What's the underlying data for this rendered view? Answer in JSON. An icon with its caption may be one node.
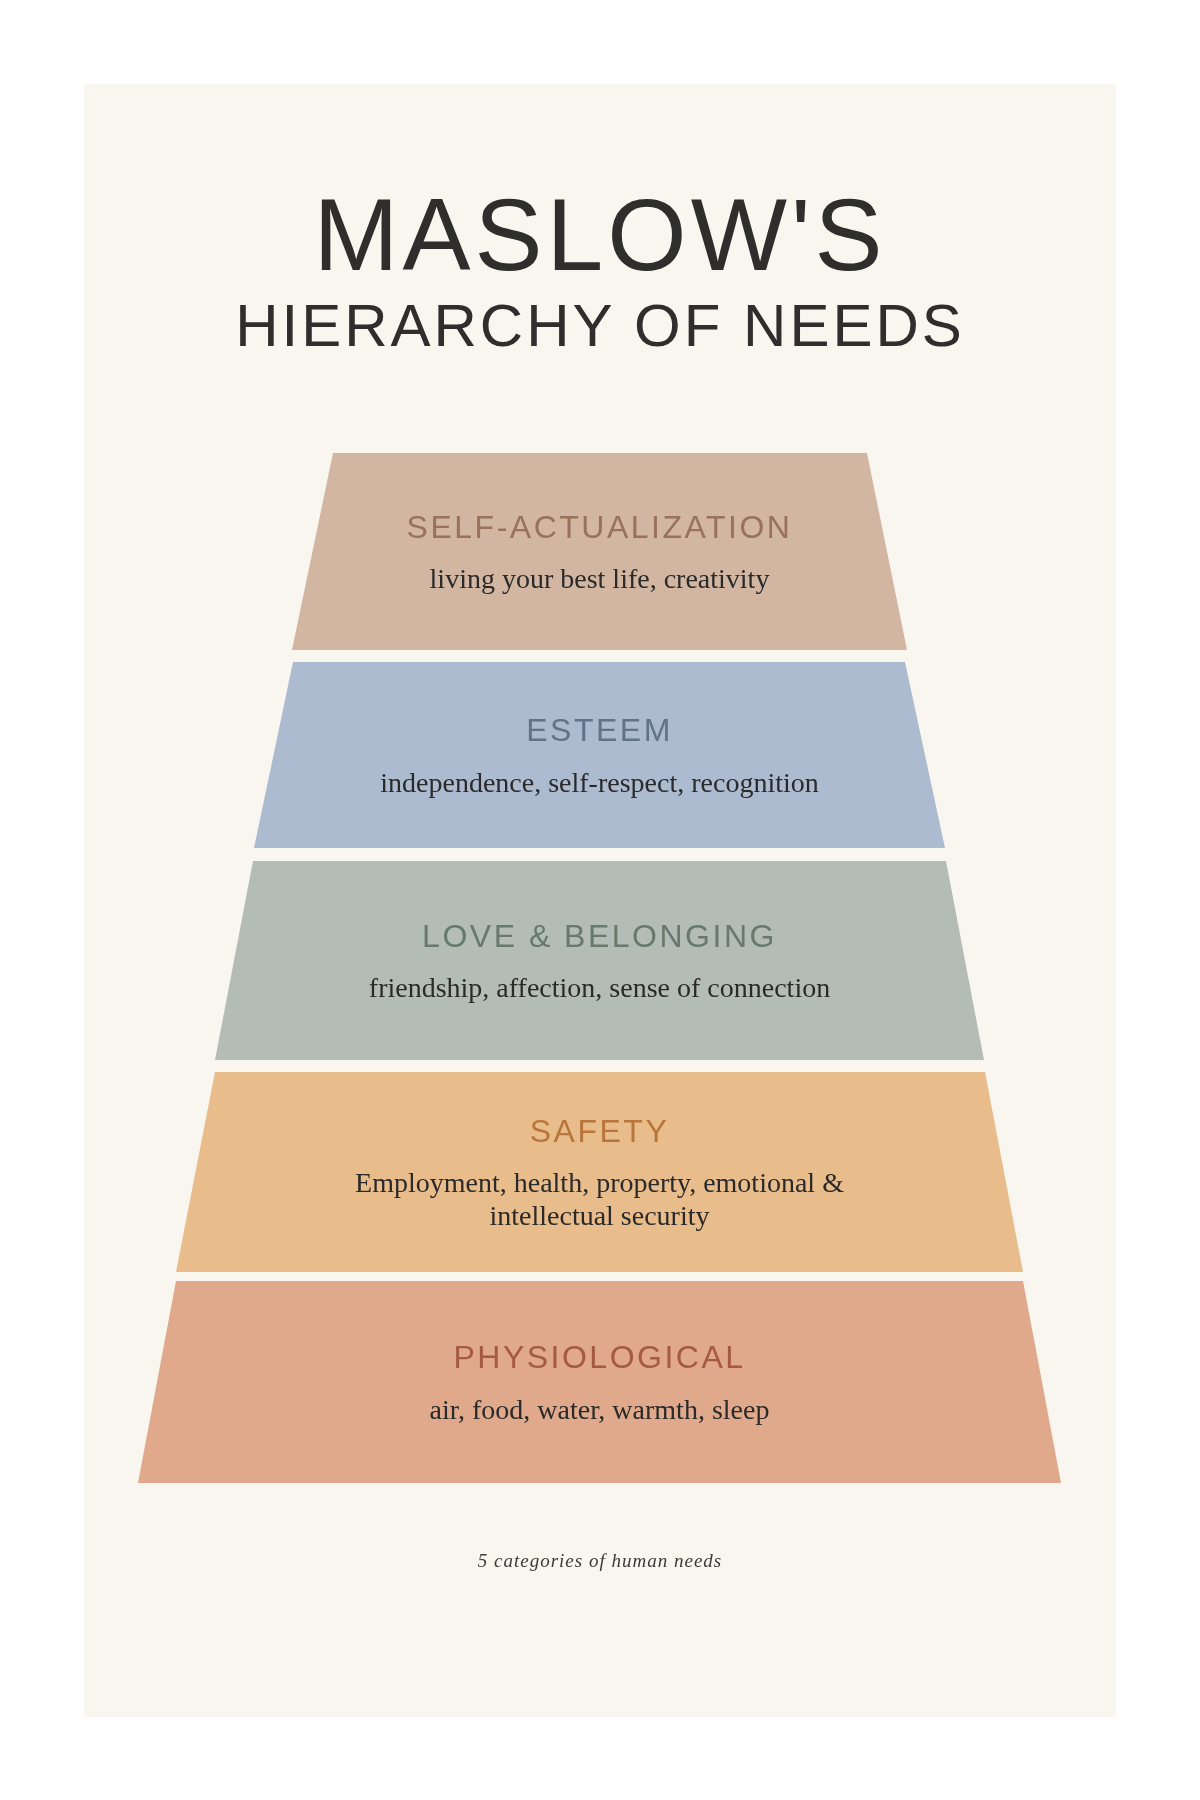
{
  "diagram": {
    "title": "MASLOW'S HIERARCHY OF NEEDS",
    "caption": "5 categories of human needs",
    "nodes": [
      {
        "text": [
          "SELF-ACTUALIZATION",
          "living your best life, creativity"
        ]
      },
      {
        "text": [
          "ESTEEM",
          "independence, self-respect, recognition"
        ]
      },
      {
        "text": [
          "LOVE & BELONGING",
          "friendship, affection, sense of connection"
        ]
      },
      {
        "text": [
          "SAFETY",
          "Employment, health, property, emotional & intellectual security"
        ]
      },
      {
        "text": [
          "PHYSIOLOGICAL",
          "air, food, water, warmth, sleep"
        ]
      }
    ]
  }
}
